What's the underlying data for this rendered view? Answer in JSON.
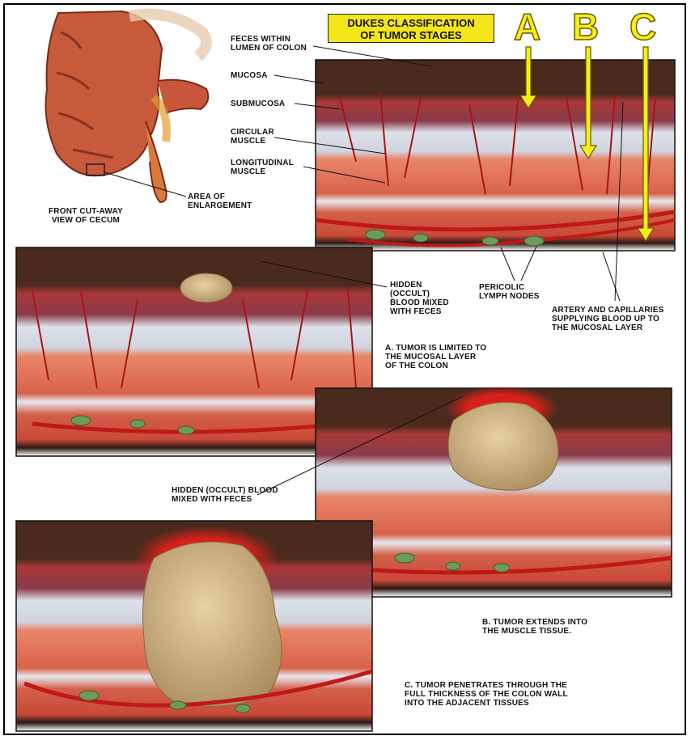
{
  "title": "DUKES CLASSIFICATION\nOF TUMOR STAGES",
  "stages": {
    "a": "A",
    "b": "B",
    "c": "C"
  },
  "labels": {
    "feces": "FECES WITHIN\nLUMEN OF COLON",
    "mucosa": "MUCOSA",
    "submucosa": "SUBMUCOSA",
    "circular": "CIRCULAR\nMUSCLE",
    "longitudinal": "LONGITUDINAL\nMUSCLE",
    "area": "AREA OF\nENLARGEMENT",
    "cecum": "FRONT CUT-AWAY\nVIEW OF CECUM",
    "hidden_a": "HIDDEN\n(OCCULT)\nBLOOD MIXED\nWITH FECES",
    "lymph": "PERICOLIC\nLYMPH NODES",
    "artery": "ARTERY AND CAPILLARIES\nSUPPLYING BLOOD UP TO\nTHE MUCOSAL LAYER",
    "stage_a": "A.  TUMOR IS LIMITED TO\n     THE MUCOSAL LAYER\n     OF THE COLON",
    "hidden_bc": "HIDDEN (OCCULT) BLOOD\nMIXED WITH FECES",
    "stage_b": "B.  TUMOR EXTENDS INTO\n     THE MUSCLE TISSUE.",
    "stage_c": "C.  TUMOR PENETRATES THROUGH THE\n     FULL THICKNESS OF THE COLON WALL\n     INTO THE ADJACENT TISSUES"
  },
  "colors": {
    "feces": "#4a2a1c",
    "mucosa": "#b84a4a",
    "submucosa": "#d7dbe4",
    "muscle": "#e07a5a",
    "vessel": "#c01818",
    "tumor": "#cdb486",
    "lymph": "#6e9a5a",
    "arrow": "#f6ee1a"
  }
}
